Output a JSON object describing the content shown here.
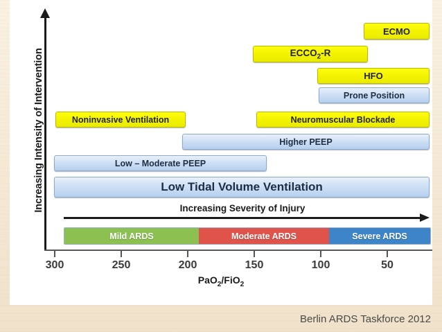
{
  "figure": {
    "y_axis_label": "Increasing Intensity of Intervention",
    "x_axis_label_html": "PaO2/FiO2",
    "x_axis_label_main": "PaO",
    "x_axis_sub1": "2",
    "x_axis_mid": "/FiO",
    "x_axis_sub2": "2",
    "severity_arrow_label": "Increasing Severity of Injury",
    "caption": "Berlin ARDS Taskforce 2012"
  },
  "chart_data": {
    "type": "bar",
    "title": "ARDS severity versus intensity of intervention",
    "xlabel": "PaO2/FiO2",
    "ylabel": "Increasing Intensity of Intervention",
    "xlim": [
      320,
      20
    ],
    "x_axis_direction": "decreasing",
    "tick_labels": [
      "300",
      "250",
      "200",
      "150",
      "100",
      "50"
    ],
    "tick_values": [
      300,
      250,
      200,
      150,
      100,
      50
    ],
    "grid": false,
    "legend": "none",
    "colors": {
      "yellow_bar": "#f3f300",
      "blue_bar": "#cddff5",
      "mild": "#8cc152",
      "moderate": "#e0534a",
      "severe": "#3d85c8",
      "axis": "#1a1a1a",
      "canvas": "#ffffff",
      "slide_background": "#f5e9d6"
    },
    "interventions": [
      {
        "label": "ECMO",
        "color": "yellow",
        "x_start": 80,
        "x_end": 25,
        "row": 0
      },
      {
        "label": "ECCO2-R",
        "label_main": "ECCO",
        "label_sub": "2",
        "label_tail": "-R",
        "color": "yellow",
        "x_start": 170,
        "x_end": 55,
        "row": 1
      },
      {
        "label": "HFO",
        "color": "yellow",
        "x_start": 105,
        "x_end": 22,
        "row": 2
      },
      {
        "label": "Prone Position",
        "color": "blue",
        "x_start": 103,
        "x_end": 20,
        "row": 3
      },
      {
        "label": "Noninvasive Ventilation",
        "color": "yellow",
        "x_start": 300,
        "x_end": 205,
        "row": 4
      },
      {
        "label": "Neuromuscular Blockade",
        "color": "yellow",
        "x_start": 165,
        "x_end": 20,
        "row": 4
      },
      {
        "label": "Higher PEEP",
        "color": "blue",
        "x_start": 200,
        "x_end": 20,
        "row": 5
      },
      {
        "label": "Low – Moderate PEEP",
        "color": "blue",
        "x_start": 300,
        "x_end": 135,
        "row": 6
      },
      {
        "label": "Low Tidal Volume Ventilation",
        "color": "blue",
        "x_start": 300,
        "x_end": 20,
        "row": 7
      }
    ],
    "severity_categories": [
      {
        "label": "Mild ARDS",
        "range": [
          300,
          200
        ],
        "color": "#8cc152"
      },
      {
        "label": "Moderate ARDS",
        "range": [
          200,
          100
        ],
        "color": "#e0534a"
      },
      {
        "label": "Severe ARDS",
        "range": [
          100,
          20
        ],
        "color": "#3d85c8"
      }
    ]
  }
}
